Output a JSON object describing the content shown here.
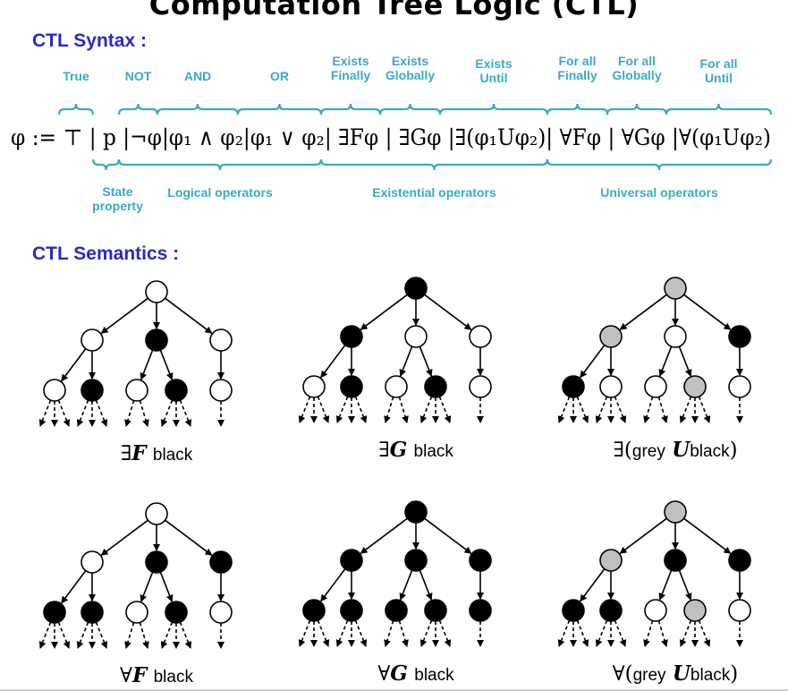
{
  "title": "Computation Tree Logic (CTL)",
  "syntax": {
    "heading": "CTL Syntax :",
    "formula": "φ := ⊤ | p |¬φ|φ₁ ∧ φ₂|φ₁ ∨ φ₂| ∃Fφ | ∃Gφ |∃(φ₁Uφ₂)| ∀Fφ | ∀Gφ |∀(φ₁Uφ₂)",
    "top_labels": [
      {
        "id": "true",
        "lines": [
          "True"
        ]
      },
      {
        "id": "not",
        "lines": [
          "NOT"
        ]
      },
      {
        "id": "and",
        "lines": [
          "AND"
        ]
      },
      {
        "id": "or",
        "lines": [
          "OR"
        ]
      },
      {
        "id": "exists-finally",
        "lines": [
          "Exists",
          "Finally"
        ]
      },
      {
        "id": "exists-globally",
        "lines": [
          "Exists",
          "Globally"
        ]
      },
      {
        "id": "exists-until",
        "lines": [
          "Exists",
          "Until"
        ]
      },
      {
        "id": "forall-finally",
        "lines": [
          "For all",
          "Finally"
        ]
      },
      {
        "id": "forall-globally",
        "lines": [
          "For all",
          "Globally"
        ]
      },
      {
        "id": "forall-until",
        "lines": [
          "For all",
          "Until"
        ]
      }
    ],
    "bottom_labels": [
      {
        "id": "state-property",
        "lines": [
          "State",
          "property"
        ]
      },
      {
        "id": "logical-operators",
        "lines": [
          "Logical operators"
        ]
      },
      {
        "id": "existential-operators",
        "lines": [
          "Existential operators"
        ]
      },
      {
        "id": "universal-operators",
        "lines": [
          "Universal operators"
        ]
      }
    ]
  },
  "semantics": {
    "heading": "CTL Semantics :",
    "colors": {
      "white": "#ffffff",
      "black": "#000000",
      "grey": "#c0c0c0",
      "accent": "#3aaac6",
      "heading": "#2a2ac4"
    },
    "trees": [
      {
        "id": "ef-black",
        "caption_symbol": "∃",
        "caption_rest": "F",
        "caption_word": "black",
        "caption_mid": "",
        "caption_close": "",
        "root": "white",
        "level1": [
          "white",
          "black",
          "white"
        ],
        "level2": [
          "white",
          "black",
          "white",
          "black",
          "white"
        ]
      },
      {
        "id": "eg-black",
        "caption_symbol": "∃",
        "caption_rest": "G",
        "caption_word": "black",
        "caption_mid": "",
        "caption_close": "",
        "root": "black",
        "level1": [
          "black",
          "white",
          "white"
        ],
        "level2": [
          "white",
          "black",
          "white",
          "black",
          "white"
        ]
      },
      {
        "id": "eu-grey-black",
        "caption_symbol": "∃(",
        "caption_rest": "",
        "caption_word": "grey",
        "caption_mid": "U",
        "caption_word2": "black",
        "caption_close": ")",
        "root": "grey",
        "level1": [
          "grey",
          "white",
          "black"
        ],
        "level2": [
          "black",
          "white",
          "white",
          "grey",
          "white"
        ]
      },
      {
        "id": "af-black",
        "caption_symbol": "∀",
        "caption_rest": "F",
        "caption_word": "black",
        "caption_mid": "",
        "caption_close": "",
        "root": "white",
        "level1": [
          "white",
          "black",
          "black"
        ],
        "level2": [
          "black",
          "black",
          "white",
          "black",
          "white"
        ]
      },
      {
        "id": "ag-black",
        "caption_symbol": "∀",
        "caption_rest": "G",
        "caption_word": "black",
        "caption_mid": "",
        "caption_close": "",
        "root": "black",
        "level1": [
          "black",
          "black",
          "black"
        ],
        "level2": [
          "black",
          "black",
          "black",
          "black",
          "black"
        ]
      },
      {
        "id": "au-grey-black",
        "caption_symbol": "∀(",
        "caption_rest": "",
        "caption_word": "grey",
        "caption_mid": "U",
        "caption_word2": "black",
        "caption_close": ")",
        "root": "grey",
        "level1": [
          "grey",
          "black",
          "black"
        ],
        "level2": [
          "black",
          "black",
          "white",
          "grey",
          "white"
        ]
      }
    ]
  }
}
